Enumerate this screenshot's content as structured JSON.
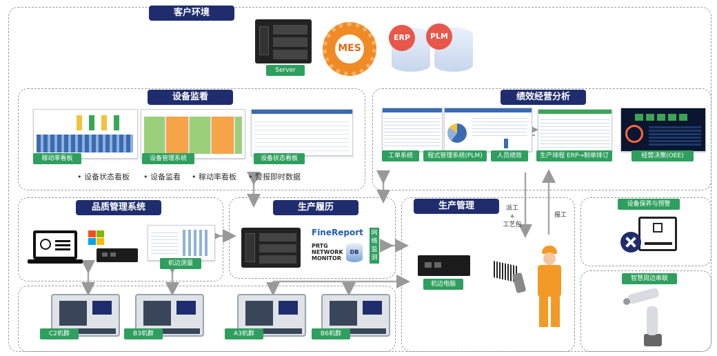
{
  "sections": {
    "customer_env": "客户环境",
    "device_monitor": "设备监看",
    "performance": "绩效经营分析",
    "quality": "品质管理系统",
    "history": "生产履历",
    "production": "生产管理"
  },
  "labels": {
    "server": "Server",
    "mobility_board": "稼动率看板",
    "equip_system": "设备管理系统",
    "status_board": "设备状态看板",
    "work_order": "工单系统",
    "plm": "程式管理系统(PLM)",
    "personnel": "人员绩效",
    "scheduling": "生产排程 ERP→制单排订",
    "oee": "经营决策(OEE)",
    "edge_measure": "机边测量",
    "edge_pc": "机边电脑",
    "maintenance": "设备保养与预警",
    "robot": "智慧周边串联",
    "c2": "C2机群",
    "b3": "B3机群",
    "a3": "A3机群",
    "b6": "B6机群"
  },
  "bullets": [
    "设备状态看板",
    "设备监看",
    "稼动率看板",
    "警报即时数据"
  ],
  "logos": {
    "mes": "MES",
    "erp": "ERP",
    "plm": "PLM",
    "finereport": "FineReport",
    "prtg1": "PRTG",
    "prtg2": "NETWORK",
    "prtg3": "MONITOR",
    "db": "DB",
    "network_monitor": "网络监测"
  },
  "arrows": {
    "dispatch": "派工",
    "plus": "+",
    "package": "工艺包",
    "report": "报工"
  },
  "colors": {
    "header_bg": "#1f2d6e",
    "label_bg": "#2e9f5e",
    "mes_orange": "#f08a24",
    "erp_red": "#e8574a"
  }
}
